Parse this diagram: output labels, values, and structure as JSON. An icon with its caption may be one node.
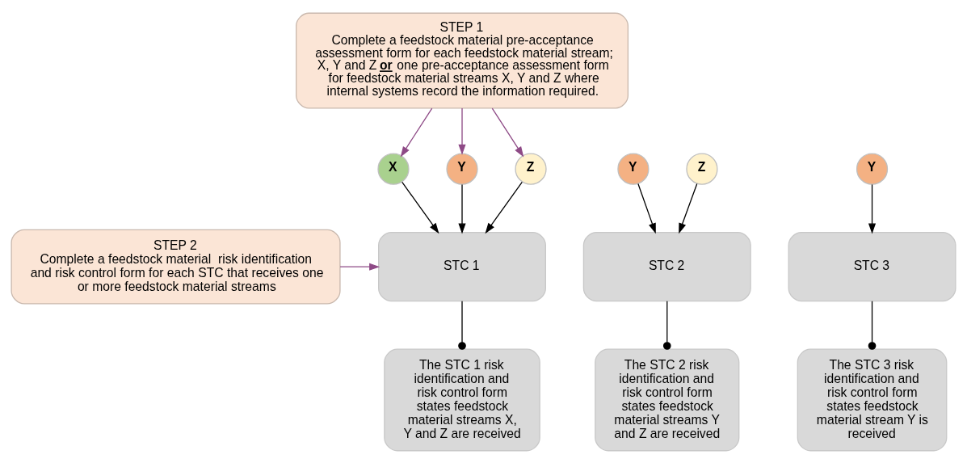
{
  "diagram": {
    "nodes": [
      {
        "text": [
          "STEP 1",
          "Complete a feedstock material pre-acceptance assessment form for each feedstock material stream; X, Y and Z **or** one pre-acceptance assessment form for feedstock material streams X, Y and Z where internal systems record the information required."
        ]
      },
      {
        "text": [
          "X"
        ]
      },
      {
        "text": [
          "Y"
        ]
      },
      {
        "text": [
          "Z"
        ]
      },
      {
        "text": [
          "STEP 2",
          "Complete a feedstock material  risk identification and risk control form for each STC that receives one or more feedstock material streams"
        ]
      },
      {
        "text": [
          "STC 1"
        ]
      },
      {
        "text": [
          "Y"
        ]
      },
      {
        "text": [
          "Z"
        ]
      },
      {
        "text": [
          "STC 2"
        ]
      },
      {
        "text": [
          "Y"
        ]
      },
      {
        "text": [
          "STC 3"
        ]
      },
      {
        "text": [
          "The STC 1 risk identification and risk control form states feedstock material streams X, Y and Z are received"
        ]
      },
      {
        "text": [
          "The STC 2 risk identification and risk control form states feedstock material streams Y and Z are received"
        ]
      },
      {
        "text": [
          "The STC 3 risk identification and risk control form states feedstock material stream Y is received"
        ]
      }
    ],
    "edges": [
      {
        "from": 0,
        "to": 1,
        "arrow": "to",
        "color": "#8e4a86"
      },
      {
        "from": 0,
        "to": 2,
        "arrow": "to",
        "color": "#8e4a86"
      },
      {
        "from": 0,
        "to": 3,
        "arrow": "to",
        "color": "#8e4a86"
      },
      {
        "from": 1,
        "to": 5,
        "arrow": "to"
      },
      {
        "from": 2,
        "to": 5,
        "arrow": "to"
      },
      {
        "from": 3,
        "to": 5,
        "arrow": "to"
      },
      {
        "from": 4,
        "to": 5,
        "arrow": "to",
        "color": "#8e4a86"
      },
      {
        "from": 6,
        "to": 8,
        "arrow": "to"
      },
      {
        "from": 7,
        "to": 8,
        "arrow": "to"
      },
      {
        "from": 9,
        "to": 10,
        "arrow": "to"
      },
      {
        "from": 5,
        "to": 11,
        "arrow": "other"
      },
      {
        "from": 8,
        "to": 12,
        "arrow": "other"
      },
      {
        "from": 10,
        "to": 13,
        "arrow": "other"
      }
    ]
  }
}
